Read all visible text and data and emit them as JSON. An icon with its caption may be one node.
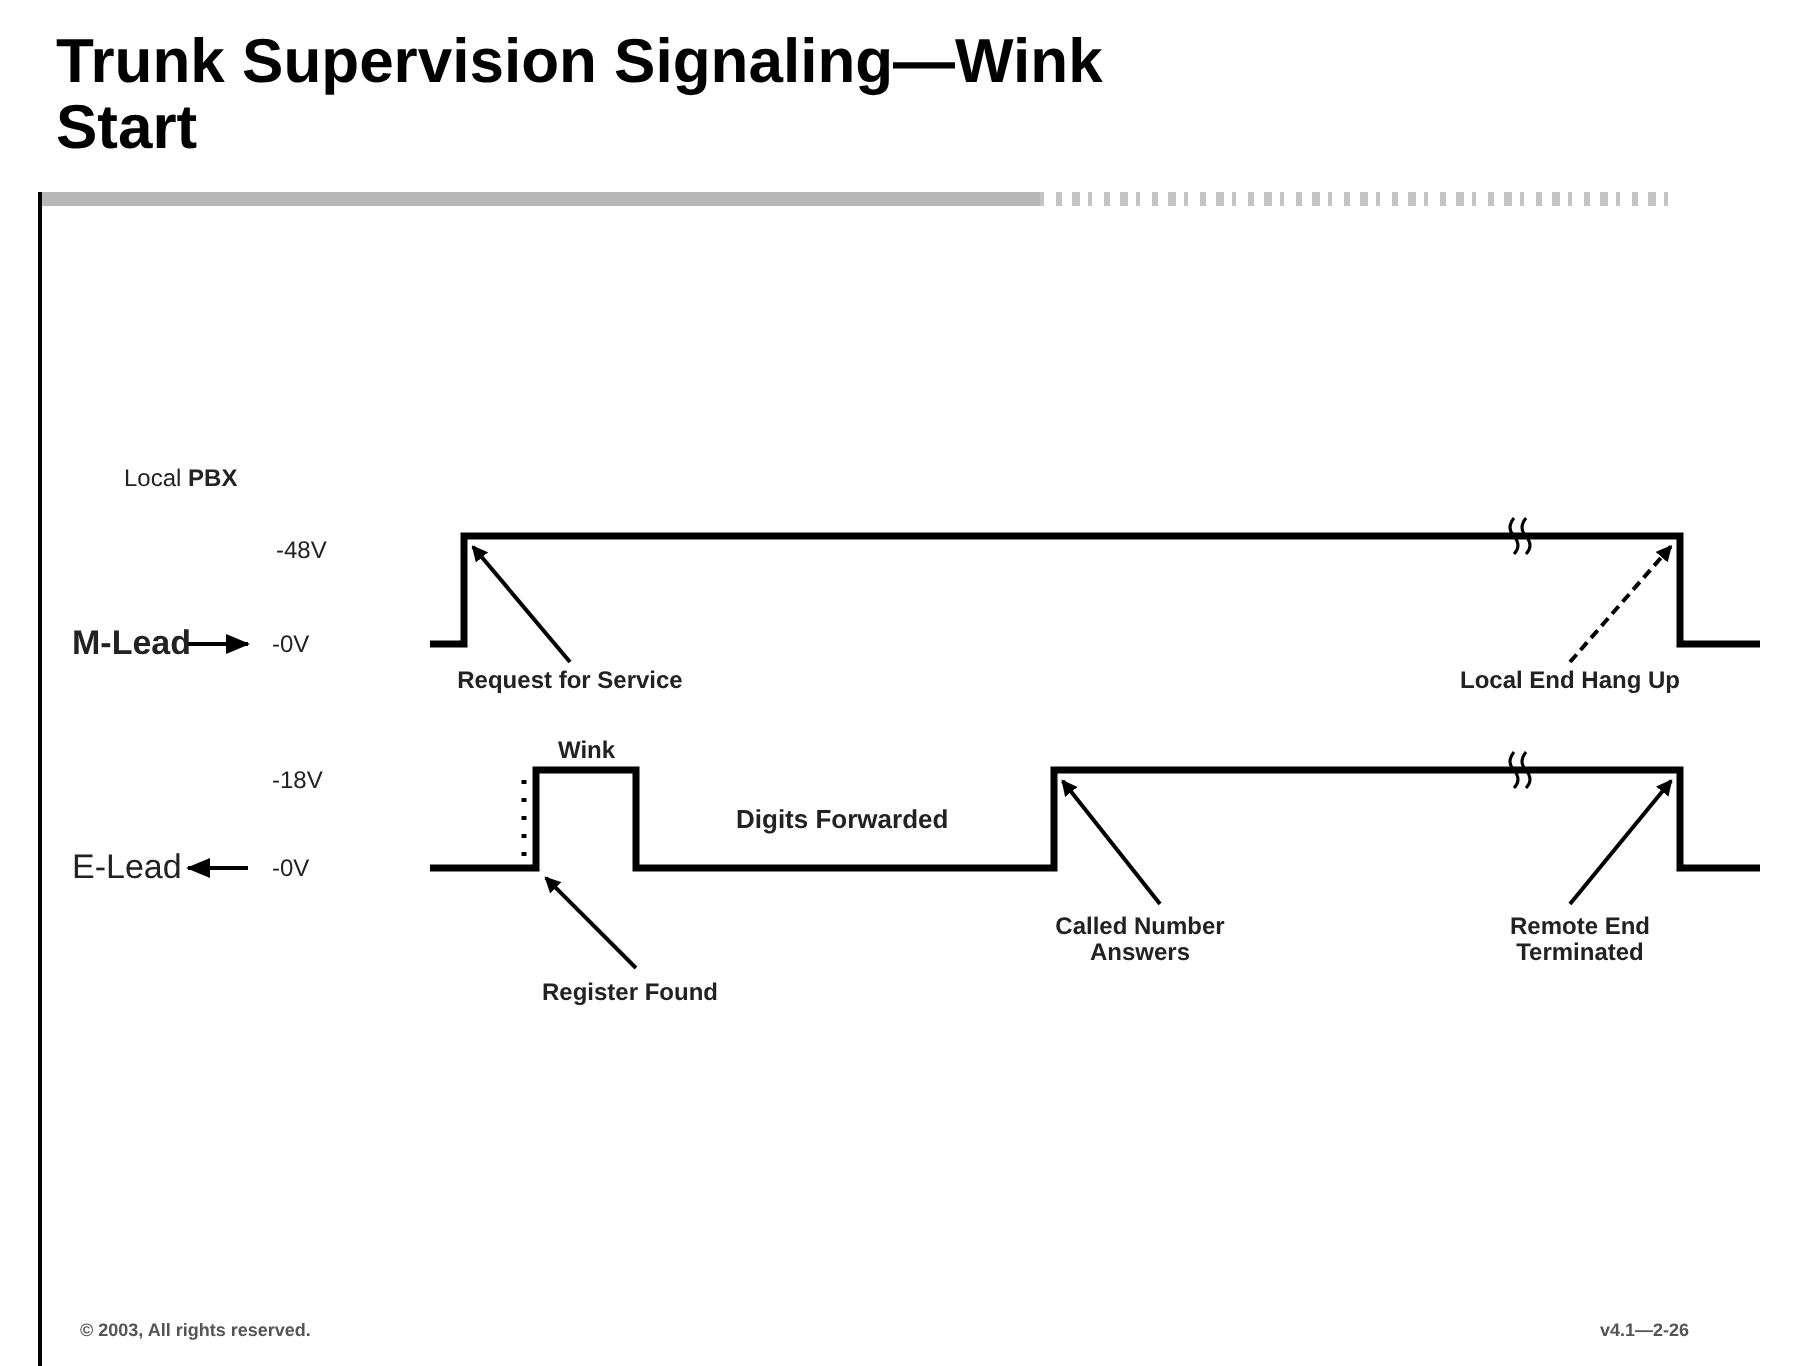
{
  "diagram": {
    "title": "Trunk Supervision Signaling—Wink Start",
    "nodes": [
      {
        "text": [
          "Request for Service"
        ]
      },
      {
        "text": [
          "Local End Hang Up"
        ]
      },
      {
        "text": [
          "Register Found"
        ]
      },
      {
        "text": [
          "Called Number Answers"
        ]
      },
      {
        "text": [
          "Remote End Terminated"
        ]
      },
      {
        "text": [],
        "shape": "line"
      },
      {
        "text": [],
        "shape": "line"
      }
    ],
    "edges": [
      {
        "from": 0,
        "to": 5,
        "arrow": "to"
      },
      {
        "from": 1,
        "to": 5,
        "arrow": "to",
        "style": "dashed"
      },
      {
        "from": 2,
        "to": 6,
        "arrow": "to"
      },
      {
        "from": 3,
        "to": 6,
        "arrow": "to"
      },
      {
        "from": 4,
        "to": 6,
        "arrow": "to"
      }
    ],
    "labels": [
      "Local **PBX**",
      "-48V",
      "M-Lead",
      "-0V",
      "-18V",
      "E-Lead",
      "-0V",
      "Wink",
      "Digits Forwarded",
      "© 2003, All rights reserved.",
      "v4.1—2-26"
    ]
  }
}
